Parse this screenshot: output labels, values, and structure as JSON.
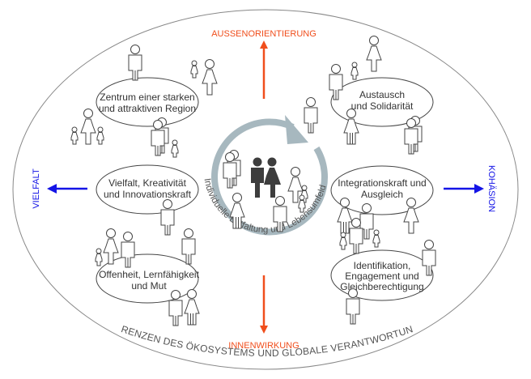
{
  "colors": {
    "orange_axis": "#f04e1c",
    "blue_axis": "#1414e6",
    "cycle_ring": "#a7b8bf",
    "outline": "#444444",
    "boundary": "#888888",
    "solid_figure": "#3d3d3d"
  },
  "axes": {
    "top": "AUSSENORIENTIERUNG",
    "bottom": "INNENWIRKUNG",
    "left": "VIELFALT",
    "right": "KOHÄSION"
  },
  "boundary_label": "GRENZEN DES ÖKOSYSTEMS UND GLOBALE VERANTWORTUNG",
  "center": {
    "label": "Individuelle Entfaltung und Lebensumfeld",
    "icon": "couple-icon"
  },
  "bubbles": [
    {
      "id": "zentrum",
      "lines": [
        "Zentrum einer starken",
        "und attraktiven Region"
      ]
    },
    {
      "id": "vielfalt",
      "lines": [
        "Vielfalt, Kreativität",
        "und Innovationskraft"
      ]
    },
    {
      "id": "offenheit",
      "lines": [
        "Offenheit, Lernfähigkeit",
        "und Mut"
      ]
    },
    {
      "id": "austausch",
      "lines": [
        "Austausch",
        "und Solidarität"
      ]
    },
    {
      "id": "integration",
      "lines": [
        "Integrationskraft und",
        "Ausgleich"
      ]
    },
    {
      "id": "identifikation",
      "lines": [
        "Identifikation,",
        "Engagement und",
        "Gleichberechtigung"
      ]
    }
  ]
}
